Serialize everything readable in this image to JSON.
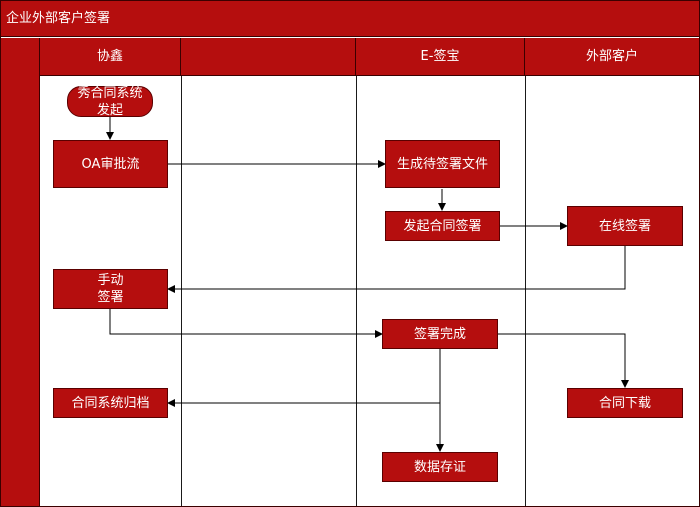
{
  "title": "企业外部客户签署",
  "lanes": [
    "协鑫",
    "",
    "E-签宝",
    "外部客户"
  ],
  "nodes": {
    "start": "秀合同系统\n发起",
    "oa": "OA审批流",
    "gen": "生成待签署文件",
    "initiate": "发起合同签署",
    "online": "在线签署",
    "manual": "手动\n签署",
    "complete": "签署完成",
    "archive": "合同系统归档",
    "download": "合同下载",
    "evidence": "数据存证"
  }
}
